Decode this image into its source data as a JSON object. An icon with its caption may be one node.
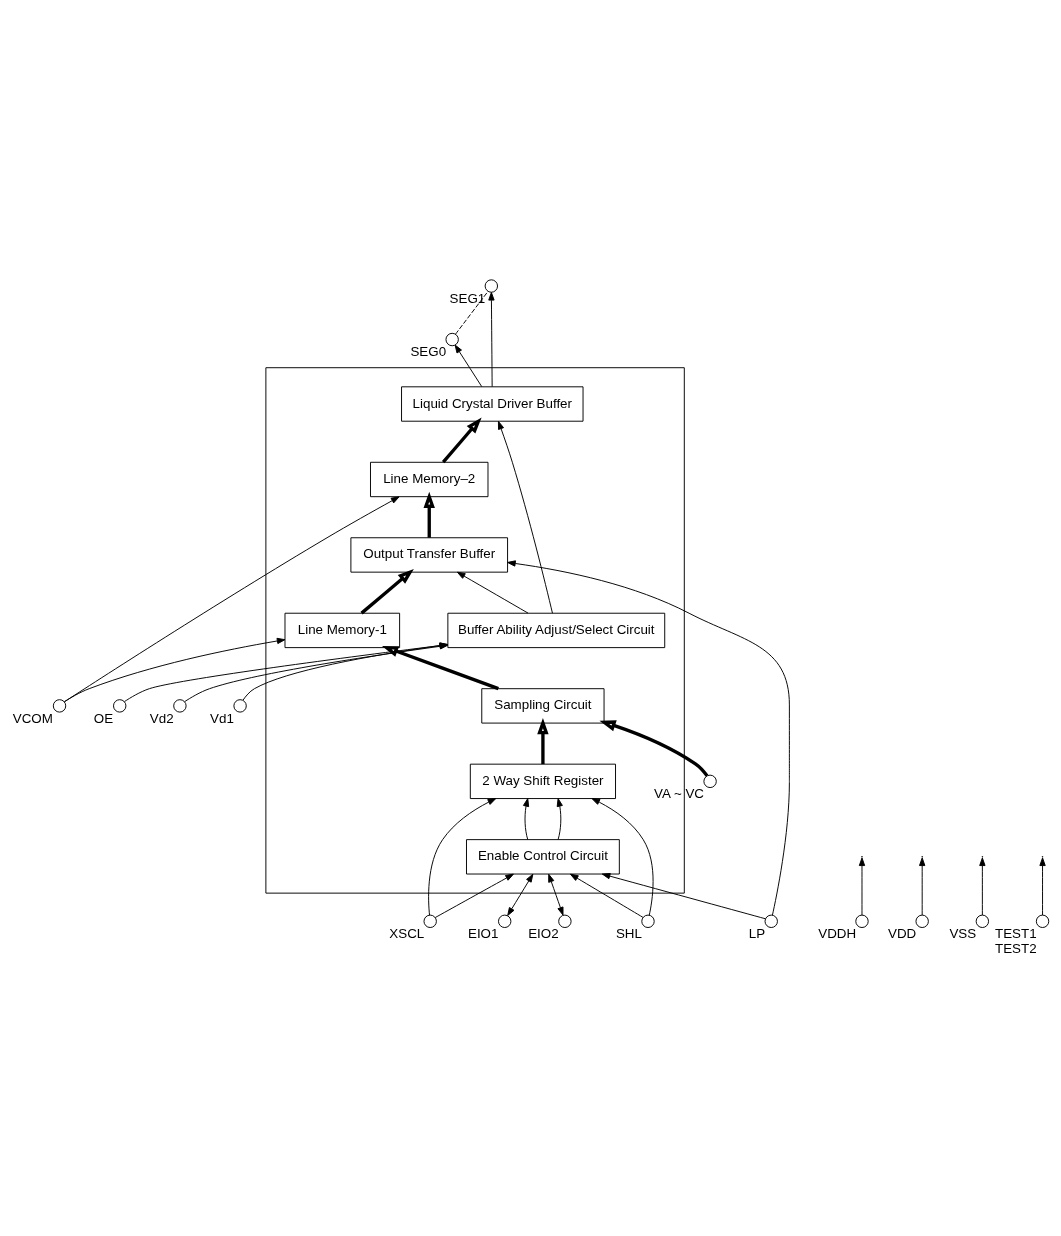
{
  "diagram": {
    "nodes": [
      {
        "text": [],
        "shape": "box"
      },
      {
        "text": [
          "Buffer Ability Adjust/Select Circuit"
        ],
        "in": 0
      },
      {
        "text": [
          "Liquid Crystal Driver Buffer"
        ],
        "in": 0
      },
      {
        "text": [
          "Line Memory–2"
        ],
        "in": 0
      },
      {
        "text": [
          "Output Transfer Buffer"
        ],
        "in": 0
      },
      {
        "text": [
          "Line Memory-1"
        ],
        "in": 0
      },
      {
        "text": [
          "Sampling Circuit"
        ],
        "in": 0
      },
      {
        "text": [
          "2 Way Shift Register"
        ],
        "in": 0
      },
      {
        "text": [
          "Enable Control Circuit"
        ],
        "in": 0
      },
      {
        "text": [],
        "shape": "circle",
        "beside": [
          "VDDH"
        ]
      },
      {
        "text": [],
        "shape": "circle",
        "beside": [
          "VDD"
        ]
      },
      {
        "text": [],
        "shape": "circle",
        "beside": [
          "VSS"
        ]
      },
      {
        "text": [],
        "shape": "circle",
        "beside": [
          "SEG0"
        ]
      },
      {
        "text": [],
        "shape": "circle",
        "beside": [
          "SEG1"
        ]
      },
      {
        "text": [],
        "shape": "circle",
        "beside": [
          "OE"
        ]
      },
      {
        "text": [],
        "shape": "circle",
        "beside": [
          "Vd2"
        ]
      },
      {
        "text": [],
        "shape": "circle",
        "beside": [
          "Vd1"
        ]
      },
      {
        "text": [],
        "shape": "circle",
        "beside": [
          "LP"
        ]
      },
      {
        "text": [],
        "shape": "circle",
        "beside": [
          "VCOM"
        ]
      },
      {
        "text": [],
        "shape": "circle",
        "beside": [
          "VA ~ VC"
        ]
      },
      {
        "text": [],
        "shape": "circle",
        "beside": [
          "SHL"
        ]
      },
      {
        "text": [],
        "shape": "circle",
        "beside": [
          "EIO1"
        ]
      },
      {
        "text": [],
        "shape": "circle",
        "beside": [
          "EIO2"
        ]
      },
      {
        "text": [],
        "shape": "circle",
        "beside": [
          "XSCL"
        ]
      },
      {
        "text": [],
        "shape": "circle",
        "beside": [
          "TEST1",
          "TEST2"
        ]
      }
    ],
    "edges": [
      {
        "from": 9,
        "to": null,
        "arrow": "to"
      },
      {
        "from": 10,
        "to": null,
        "arrow": "to"
      },
      {
        "from": 11,
        "to": null,
        "arrow": "to"
      },
      {
        "from": 12,
        "to": 13,
        "arrow": "none",
        "style": "dashed"
      },
      {
        "from": 2,
        "to": 12,
        "arrow": "to"
      },
      {
        "from": 2,
        "to": 13,
        "arrow": "to"
      },
      {
        "from": 14,
        "to": 1,
        "arrow": "to"
      },
      {
        "from": 15,
        "to": 1,
        "arrow": "to"
      },
      {
        "from": 16,
        "to": 1,
        "arrow": "to"
      },
      {
        "from": 1,
        "to": 2,
        "arrow": "to"
      },
      {
        "from": 3,
        "to": 2,
        "arrow": "to",
        "style": "thick"
      },
      {
        "from": 18,
        "to": 3,
        "arrow": "to"
      },
      {
        "from": 1,
        "to": 4,
        "arrow": "to"
      },
      {
        "from": 4,
        "to": 3,
        "arrow": "to",
        "style": "thick"
      },
      {
        "from": 17,
        "to": 4,
        "arrow": "to"
      },
      {
        "from": 17,
        "to": 8,
        "arrow": "to"
      },
      {
        "from": 5,
        "to": 4,
        "arrow": "to",
        "style": "thick"
      },
      {
        "from": 18,
        "to": 5,
        "arrow": "to"
      },
      {
        "from": 6,
        "to": 5,
        "arrow": "to",
        "style": "thick"
      },
      {
        "from": 19,
        "to": 6,
        "arrow": "to",
        "style": "thick"
      },
      {
        "from": 7,
        "to": 6,
        "arrow": "to",
        "style": "thick"
      },
      {
        "from": 20,
        "to": 7,
        "arrow": "to"
      },
      {
        "from": 20,
        "to": 8,
        "arrow": "to"
      },
      {
        "from": 21,
        "to": 8,
        "arrow": "both"
      },
      {
        "from": 22,
        "to": 8,
        "arrow": "both"
      },
      {
        "from": 8,
        "to": 7,
        "arrow": "to"
      },
      {
        "from": 8,
        "to": 7,
        "arrow": "to"
      },
      {
        "from": 23,
        "to": 8,
        "arrow": "to"
      },
      {
        "from": 23,
        "to": 7,
        "arrow": "to"
      },
      {
        "from": 24,
        "to": null,
        "arrow": "to"
      }
    ]
  }
}
